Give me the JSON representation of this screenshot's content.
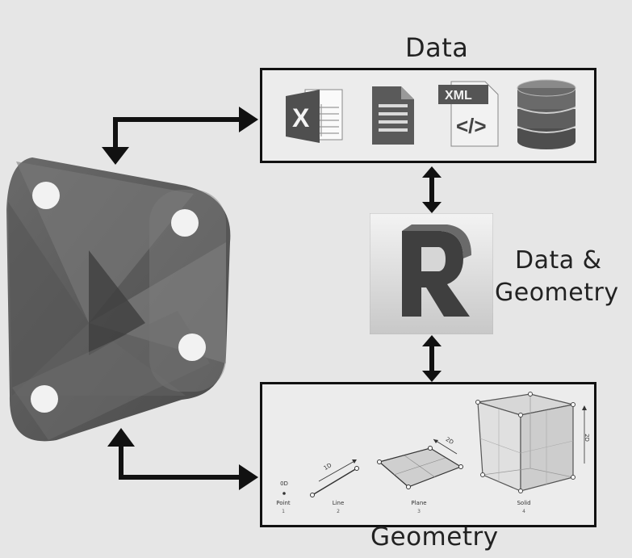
{
  "data_label": "Data",
  "data_geometry_label": [
    "Data &",
    "Geometry"
  ],
  "geometry_label": "Geometry",
  "data_icons": {
    "excel_letter": "X",
    "xml_tag": "XML",
    "xml_symbol": "</>"
  },
  "revit_letter": "R",
  "geometry": {
    "point": {
      "dim": "0D",
      "label": "Point",
      "index": "1"
    },
    "line": {
      "dim": "1D",
      "label": "Line",
      "index": "2"
    },
    "plane": {
      "dim": "2D",
      "label": "Plane",
      "index": "3"
    },
    "solid": {
      "dim": "2D",
      "label": "Solid",
      "index": "4"
    }
  }
}
